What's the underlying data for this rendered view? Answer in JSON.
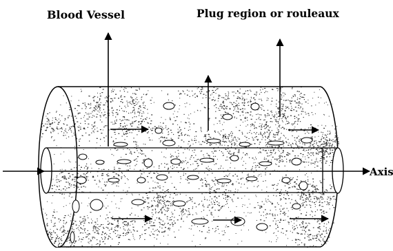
{
  "labels": {
    "vessel": "Blood Vessel",
    "plug": "Plug region or rouleaux",
    "axis": "Axis"
  },
  "colors": {
    "ink": "#000000",
    "background": "#ffffff",
    "speckle": "#333333"
  },
  "seed": 17
}
